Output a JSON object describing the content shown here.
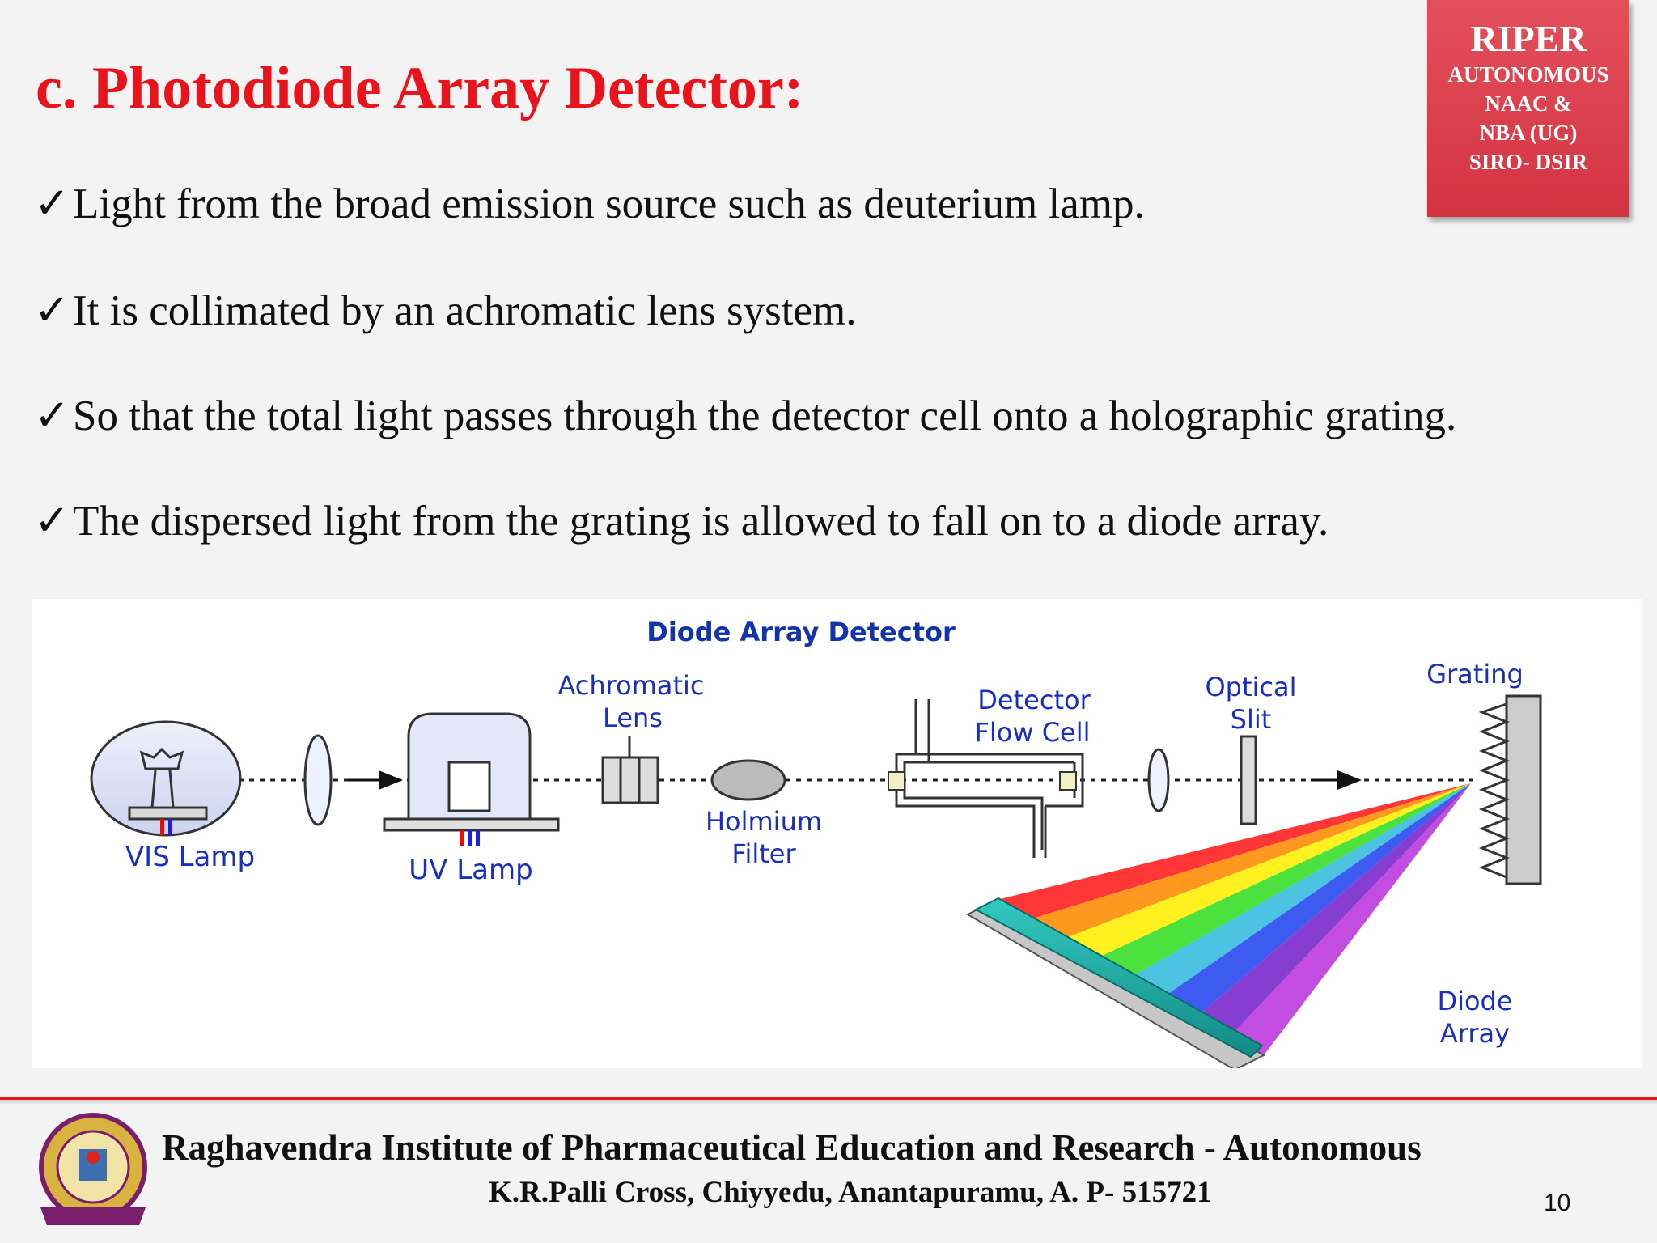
{
  "slide": {
    "title": "c. Photodiode Array Detector:",
    "page_number": "10"
  },
  "badge": {
    "lines": [
      "RIPER",
      "AUTONOMOUS",
      "NAAC &",
      "NBA (UG)",
      "SIRO- DSIR"
    ],
    "color": "#d9414d"
  },
  "bullets": [
    "Light from the broad emission source such as deuterium lamp.",
    "It is collimated by an achromatic lens system.",
    "So that the total light passes through the detector cell onto a holographic grating.",
    "The dispersed light from the grating is allowed to fall on to a diode array."
  ],
  "check_icon": "checkmark-icon",
  "diagram": {
    "title": "Diode Array Detector",
    "labels": {
      "vis_lamp": "VIS Lamp",
      "uv_lamp": "UV Lamp",
      "achromatic_1": "Achromatic",
      "achromatic_2": "Lens",
      "holmium_1": "Holmium",
      "holmium_2": "Filter",
      "detector_1": "Detector",
      "detector_2": "Flow Cell",
      "optical_1": "Optical",
      "optical_2": "Slit",
      "grating": "Grating",
      "diode_1": "Diode",
      "diode_2": "Array"
    },
    "colors": {
      "label": "#1a2fbf",
      "title": "#1333a8",
      "spectrum": [
        "#ff1a1a",
        "#ff8a00",
        "#ffee00",
        "#33dd22",
        "#33bbdd",
        "#2244ee",
        "#7722cc",
        "#bb33dd"
      ]
    }
  },
  "footer": {
    "institute": "Raghavendra Institute of Pharmaceutical Education and Research - Autonomous",
    "address": "K.R.Palli Cross, Chiyyedu, Anantapuramu, A. P- 515721",
    "accent": "#e8131b"
  }
}
